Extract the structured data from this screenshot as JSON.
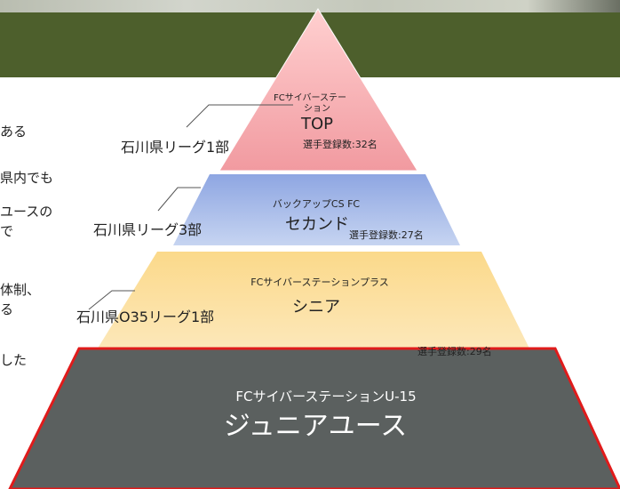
{
  "body_text_fragments": [
    "ある",
    "県内でも",
    "ユースの",
    "で",
    "体制、",
    "る",
    "した"
  ],
  "pyramid": {
    "top": {
      "team": "FCサイバーステー",
      "team_line2": "ション",
      "tier": "TOP",
      "count": "選手登録数:32名",
      "league": "石川県リーグ1部"
    },
    "second": {
      "team": "バックアップCS FC",
      "tier": "セカンド",
      "count": "選手登録数:27名",
      "league": "石川県リーグ3部"
    },
    "senior": {
      "team": "FCサイバーステーションプラス",
      "tier": "シニア",
      "count": "選手登録数:29名",
      "league": "石川県O35リーグ1部"
    },
    "youth": {
      "team": "FCサイバーステーションU-15",
      "tier": "ジュニアユース"
    }
  },
  "colors": {
    "banner": "#4d5f2c",
    "top_tier": "#f7a9ab",
    "second_tier": "#9fb5e6",
    "senior_tier": "#fbd98a",
    "youth_tier": "#5b605f",
    "youth_border": "#e01b1b"
  }
}
